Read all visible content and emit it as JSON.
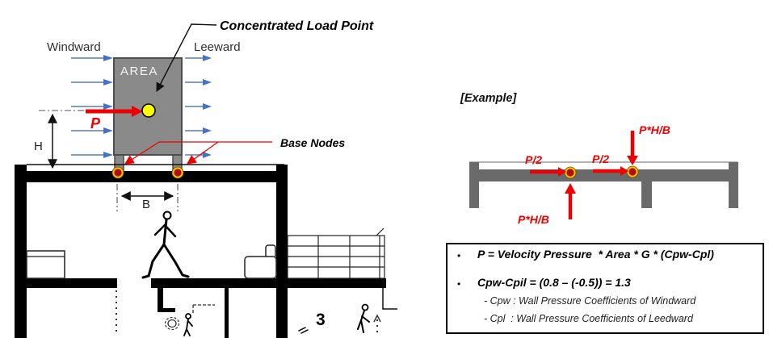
{
  "left_diagram": {
    "windward_label": "Windward",
    "leeward_label": "Leeward",
    "area_label": "AREA",
    "load_point_label": "Concentrated Load Point",
    "base_nodes_label": "Base Nodes",
    "force_label": "P",
    "height_label": "H",
    "width_label": "B",
    "floor_number": "3"
  },
  "example_diagram": {
    "title": "[Example]",
    "left_shear_label": "P/2",
    "right_shear_label": "P/2",
    "uplift_label": "P*H/B",
    "downforce_label": "P*H/B"
  },
  "formula_box": {
    "bullet1": "•",
    "bullet2": "•",
    "line1": "P = Velocity Pressure  * Area * G * (Cpw-Cpl)",
    "line2": "Cpw-Cpil = (0.8 – (-0.5)) = 1.3",
    "subline1": "- Cpw : Wall Pressure Coefficients of Windward",
    "subline2": "- Cpl  : Wall Pressure Coefficients of Leedward"
  },
  "colors": {
    "wind_arrow_head": "#4472c4",
    "wind_arrow_shaft": "#7f9cd9",
    "force_red": "#ee0000",
    "area_fill": "#8a8a8a",
    "area_border": "#4d4d4d",
    "load_point_yellow": "#ffff00",
    "node_ring_gold": "#ffc000",
    "node_center_red": "#ad0f0f",
    "beam_gray": "#6a6a6a",
    "section_black": "#000000"
  }
}
